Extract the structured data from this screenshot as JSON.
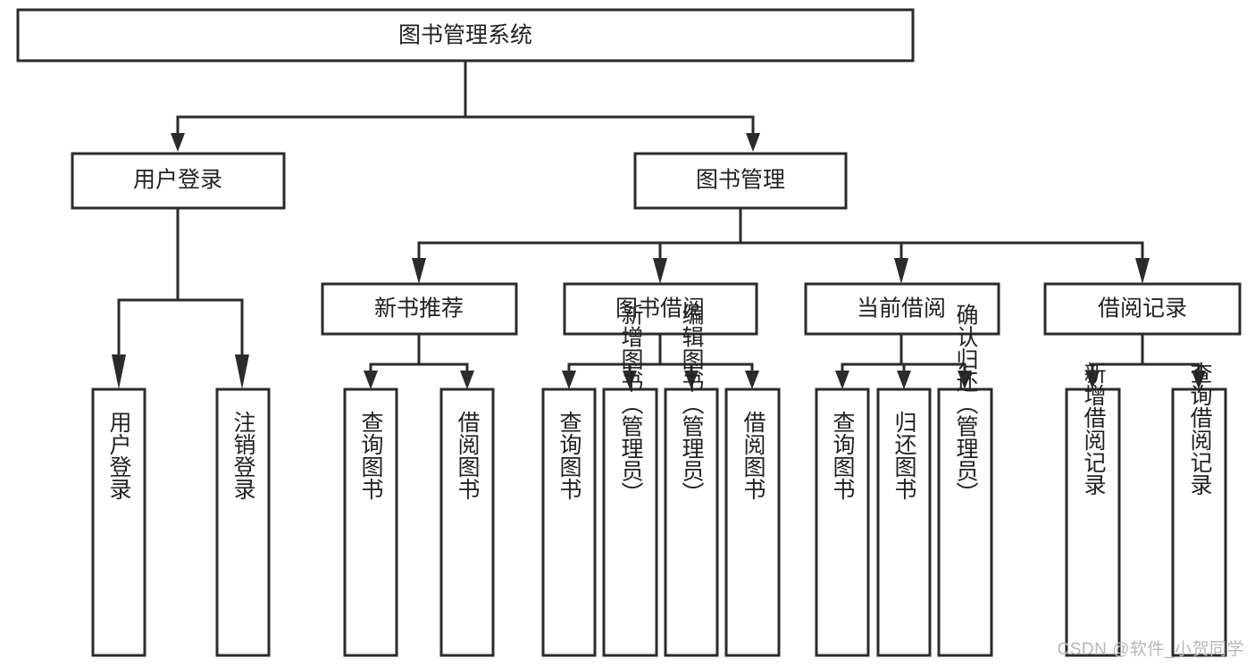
{
  "diagram": {
    "title": "图书管理系统",
    "type": "hierarchy-tree",
    "root": {
      "id": "root",
      "label": "图书管理系统"
    },
    "level1": [
      {
        "id": "user-login",
        "label": "用户登录"
      },
      {
        "id": "book-management",
        "label": "图书管理"
      }
    ],
    "level2": [
      {
        "id": "new-book-recommend",
        "label": "新书推荐",
        "parent": "book-management"
      },
      {
        "id": "book-borrow",
        "label": "图书借阅",
        "parent": "book-management"
      },
      {
        "id": "current-borrow",
        "label": "当前借阅",
        "parent": "book-management"
      },
      {
        "id": "borrow-record",
        "label": "借阅记录",
        "parent": "book-management"
      }
    ],
    "leaves": [
      {
        "id": "leaf-user-login",
        "label": "用户登录",
        "parent": "user-login"
      },
      {
        "id": "leaf-logout-login",
        "label": "注销登录",
        "parent": "user-login"
      },
      {
        "id": "leaf-query-book-1",
        "label": "查询图书",
        "parent": "new-book-recommend"
      },
      {
        "id": "leaf-borrow-book-1",
        "label": "借阅图书",
        "parent": "new-book-recommend"
      },
      {
        "id": "leaf-query-book-2",
        "label": "查询图书",
        "parent": "book-borrow"
      },
      {
        "id": "leaf-add-book",
        "label": "新增图书（管理员）",
        "parent": "book-borrow"
      },
      {
        "id": "leaf-edit-book",
        "label": "编辑图书（管理员）",
        "parent": "book-borrow"
      },
      {
        "id": "leaf-borrow-book-2",
        "label": "借阅图书",
        "parent": "book-borrow"
      },
      {
        "id": "leaf-query-book-3",
        "label": "查询图书",
        "parent": "current-borrow"
      },
      {
        "id": "leaf-return-book",
        "label": "归还图书",
        "parent": "current-borrow"
      },
      {
        "id": "leaf-confirm-return",
        "label": "确认归还（管理员）",
        "parent": "current-borrow"
      },
      {
        "id": "leaf-add-record",
        "label": "新增借阅记录",
        "parent": "borrow-record"
      },
      {
        "id": "leaf-query-record",
        "label": "查询借阅记录",
        "parent": "borrow-record"
      }
    ],
    "colors": {
      "stroke": "#2b2b2b",
      "box_fill": "#ffffff",
      "text": "#222222",
      "background": "#ffffff",
      "watermark": "#b8b8b8"
    }
  },
  "watermark": {
    "text": "CSDN @软件_小贺同学"
  }
}
